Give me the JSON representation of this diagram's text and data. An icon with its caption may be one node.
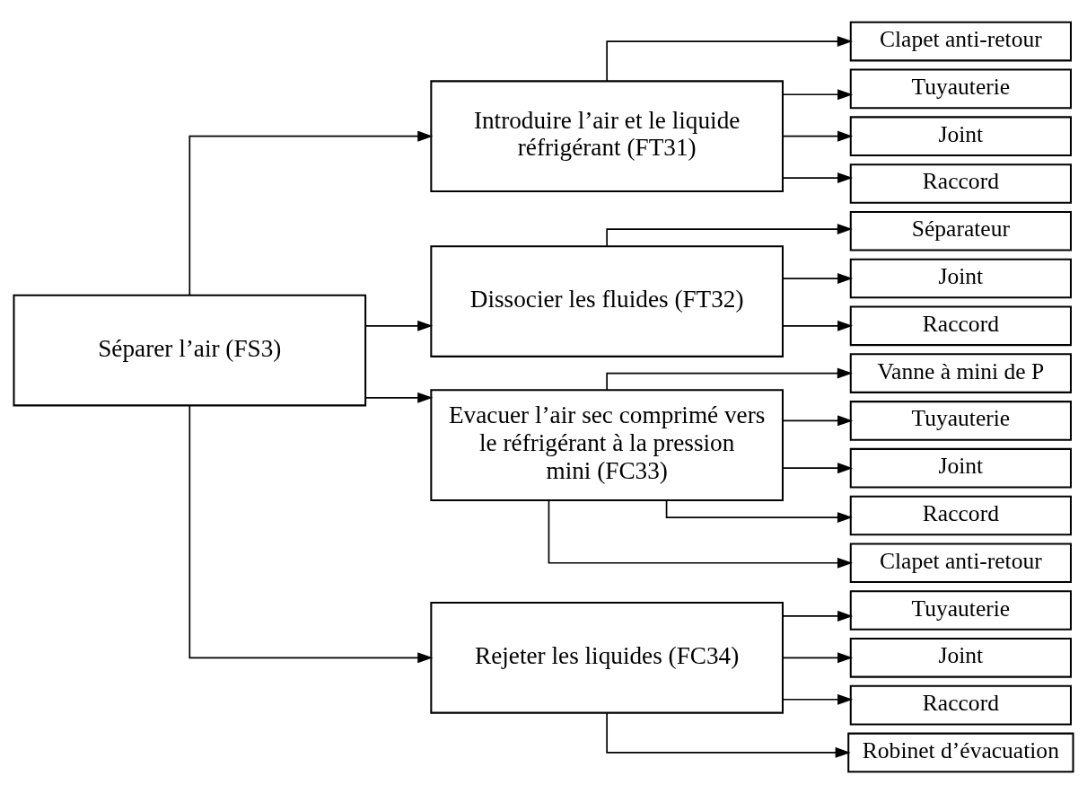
{
  "diagram": {
    "nodes": [
      {
        "text": [
          "Séparer l’air (FS3)"
        ]
      },
      {
        "text": [
          "Introduire l’air et le liquide réfrigérant (FT31)"
        ]
      },
      {
        "text": [
          "Clapet anti-retour"
        ]
      },
      {
        "text": [
          "Tuyauterie"
        ]
      },
      {
        "text": [
          "Joint"
        ]
      },
      {
        "text": [
          "Raccord"
        ]
      },
      {
        "text": [
          "Dissocier les fluides (FT32)"
        ]
      },
      {
        "text": [
          "Séparateur"
        ]
      },
      {
        "text": [
          "Joint"
        ]
      },
      {
        "text": [
          "Raccord"
        ]
      },
      {
        "text": [
          "Evacuer l’air sec comprimé vers le réfrigérant à la pression mini (FC33)"
        ]
      },
      {
        "text": [
          "Vanne à mini de P"
        ]
      },
      {
        "text": [
          "Tuyauterie"
        ]
      },
      {
        "text": [
          "Joint"
        ]
      },
      {
        "text": [
          "Raccord"
        ]
      },
      {
        "text": [
          "Clapet anti-retour"
        ]
      },
      {
        "text": [
          "Rejeter les liquides (FC34)"
        ]
      },
      {
        "text": [
          "Tuyauterie"
        ]
      },
      {
        "text": [
          "Joint"
        ]
      },
      {
        "text": [
          "Raccord"
        ]
      },
      {
        "text": [
          "Robinet d’évacuation"
        ]
      }
    ],
    "edges": [
      {
        "from": 0,
        "to": 1,
        "arrow": "to"
      },
      {
        "from": 0,
        "to": 6,
        "arrow": "to"
      },
      {
        "from": 0,
        "to": 10,
        "arrow": "to"
      },
      {
        "from": 0,
        "to": 16,
        "arrow": "to"
      },
      {
        "from": 1,
        "to": 2,
        "arrow": "to"
      },
      {
        "from": 1,
        "to": 3,
        "arrow": "to"
      },
      {
        "from": 1,
        "to": 4,
        "arrow": "to"
      },
      {
        "from": 1,
        "to": 5,
        "arrow": "to"
      },
      {
        "from": 6,
        "to": 7,
        "arrow": "to"
      },
      {
        "from": 6,
        "to": 8,
        "arrow": "to"
      },
      {
        "from": 6,
        "to": 9,
        "arrow": "to"
      },
      {
        "from": 10,
        "to": 11,
        "arrow": "to"
      },
      {
        "from": 10,
        "to": 12,
        "arrow": "to"
      },
      {
        "from": 10,
        "to": 13,
        "arrow": "to"
      },
      {
        "from": 10,
        "to": 14,
        "arrow": "to"
      },
      {
        "from": 10,
        "to": 15,
        "arrow": "to"
      },
      {
        "from": 16,
        "to": 17,
        "arrow": "to"
      },
      {
        "from": 16,
        "to": 18,
        "arrow": "to"
      },
      {
        "from": 16,
        "to": 19,
        "arrow": "to"
      },
      {
        "from": 16,
        "to": 20,
        "arrow": "to"
      }
    ]
  }
}
